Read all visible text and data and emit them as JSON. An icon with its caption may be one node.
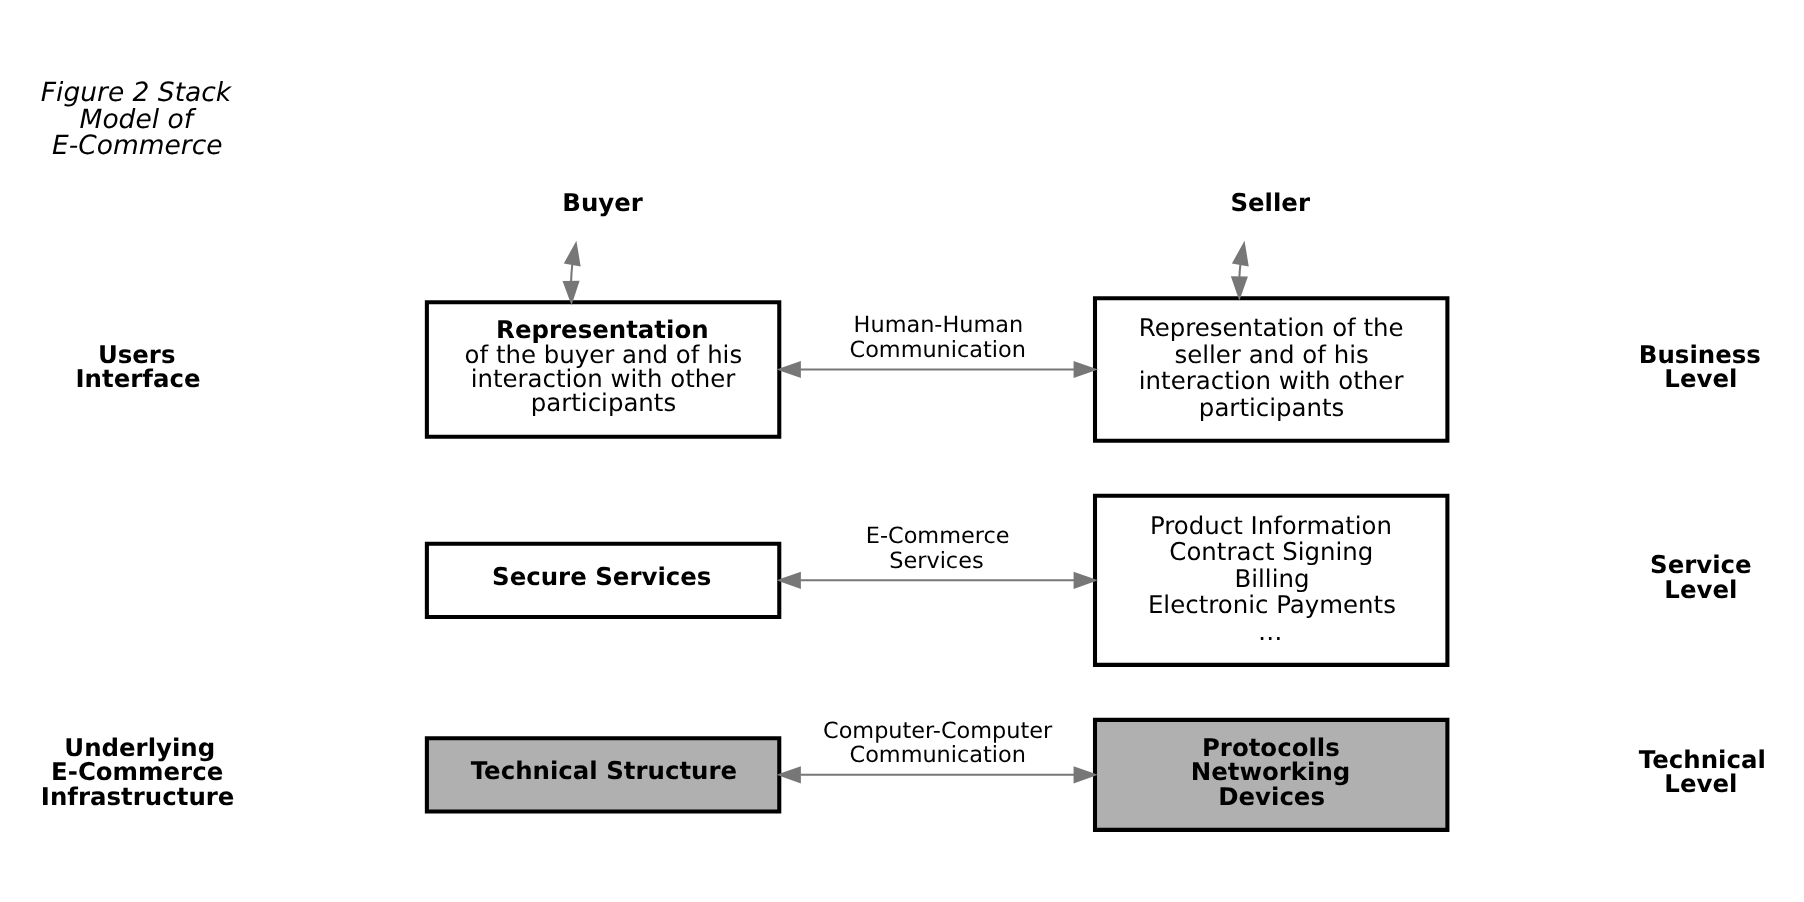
{
  "diagram": {
    "title": "Figure 2 Stack Model of E-Commerce",
    "nodes": [
      {
        "text": [
          "Buyer"
        ]
      },
      {
        "text": [
          "Seller"
        ]
      },
      {
        "text": [
          "Representation",
          "of the buyer and of his interaction with other participants"
        ]
      },
      {
        "text": [
          "Representation of the seller and of his interaction with other participants"
        ]
      },
      {
        "text": [
          "Secure Services"
        ]
      },
      {
        "text": [
          "Product Information",
          "Contract Signing",
          "Billing",
          "Electronic Payments",
          "…"
        ]
      },
      {
        "text": [
          "Technical Structure"
        ]
      },
      {
        "text": [
          "Protocolls",
          "Networking",
          "Devices"
        ]
      }
    ],
    "edges": [
      {
        "from": 0,
        "to": 2,
        "arrow": "both"
      },
      {
        "from": 1,
        "to": 3,
        "arrow": "both"
      },
      {
        "from": 2,
        "to": 3,
        "arrow": "both",
        "label": "Human-Human Communication"
      },
      {
        "from": 4,
        "to": 5,
        "arrow": "both",
        "label": "E-Commerce Services"
      },
      {
        "from": 6,
        "to": 7,
        "arrow": "both",
        "label": "Computer-Computer Communication"
      }
    ],
    "labels": [
      "Users Interface",
      "Business Level",
      "Service Level",
      "Underlying E-Commerce Infrastructure",
      "Technical Level"
    ]
  }
}
